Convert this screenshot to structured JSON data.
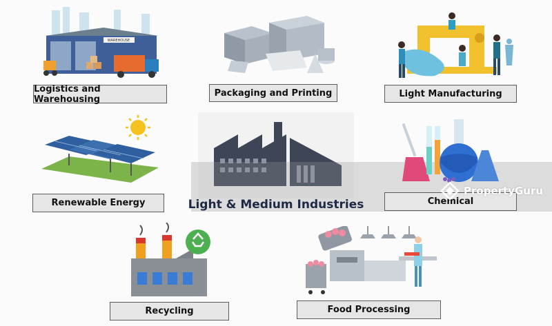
{
  "industries": {
    "logistics": "Logistics and Warehousing",
    "packaging": "Packaging and Printing",
    "light_manufacturing": "Light Manufacturing",
    "renewable": "Renewable Energy",
    "chemical": "Chemical",
    "recycling": "Recycling",
    "food": "Food Processing"
  },
  "center_title": "Light & Medium Industries",
  "warehouse_signs": {
    "sign1": "WAREHOUSE"
  },
  "watermark": "PropertyGuru",
  "icons": {
    "logistics": "warehouse-illustration",
    "packaging": "boxes-illustration",
    "light_manufacturing": "sewing-machine-illustration",
    "renewable": "solar-panel-illustration",
    "factory": "factory-icon",
    "chemical": "lab-flasks-illustration",
    "recycling": "recycling-plant-illustration",
    "food": "food-machinery-illustration",
    "watermark": "propertyguru-logo-icon"
  },
  "colors": {
    "label_bg": "#e6e6e6",
    "label_border": "#5a5a5a",
    "title": "#1e2a44",
    "factory": "#3d4556"
  }
}
